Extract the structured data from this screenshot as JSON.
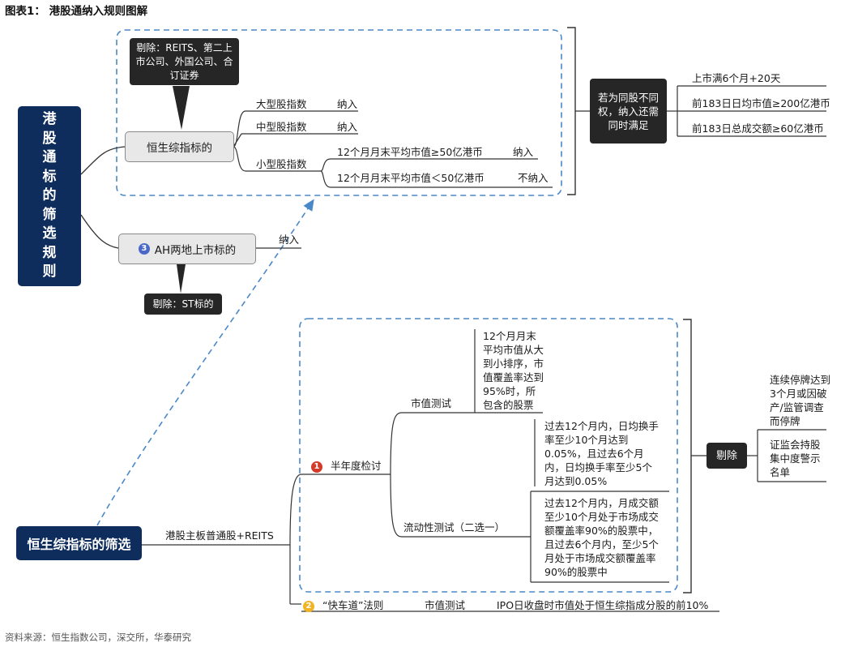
{
  "header": {
    "title": "图表1：  港股通纳入规则图解"
  },
  "footer": {
    "source": "资料来源：恒生指数公司，深交所，华泰研究"
  },
  "top_section": {
    "main_label": "港股通标的筛选规则",
    "exclude_note": "剔除：REITS、第二上市公司、外国公司、合订证券",
    "hsci_node": "恒生综指标的",
    "large_cap": "大型股指数",
    "large_cap_result": "纳入",
    "mid_cap": "中型股指数",
    "mid_cap_result": "纳入",
    "small_cap": "小型股指数",
    "small_rule_1": "12个月月末平均市值≥50亿港币",
    "small_rule_1_result": "纳入",
    "small_rule_2": "12个月月末平均市值＜50亿港币",
    "small_rule_2_result": "不纳入",
    "wvr_note": "若为同股不同权，纳入还需同时满足",
    "wvr_req_1": "上市满6个月+20天",
    "wvr_req_2": "前183日日均市值≥200亿港币",
    "wvr_req_3": "前183日总成交额≥60亿港币",
    "ah_badge": "3",
    "ah_node": "AH两地上市标的",
    "ah_result": "纳入",
    "st_note": "剔除：ST标的"
  },
  "bottom_section": {
    "main_label": "恒生综指标的筛选",
    "universe": "港股主板普通股+REITS",
    "semiannual_badge": "1",
    "semiannual": "半年度检讨",
    "mcap_test": "市值测试",
    "mcap_rule": "12个月月末平均市值从大到小排序，市值覆盖率达到95%时，所包含的股票",
    "liquidity_test": "流动性测试（二选一）",
    "liquidity_rule_1": "过去12个月内，日均换手率至少10个月达到0.05%，且过去6个月内，日均换手率至少5个月达到0.05%",
    "liquidity_rule_2": "过去12个月内，月成交额至少10个月处于市场成交额覆盖率90%的股票中，且过去6个月内，至少5个月处于市场成交额覆盖率90%的股票中",
    "remove_label": "剔除",
    "remove_1": "连续停牌达到3个月或因破产/监管调查而停牌",
    "remove_2": "证监会持股集中度警示名单",
    "fast_badge": "2",
    "fast_track": "“快车道”法则",
    "fast_test": "市值测试",
    "fast_rule": "IPO日收盘时市值处于恒生综指成分股的前10%"
  },
  "colors": {
    "navy": "#0f2d5c",
    "dark_box": "#262626",
    "dashed_border": "#4a89c8",
    "gray_box": "#e8e8e8",
    "badge_blue": "#4a68c9",
    "badge_red": "#d43a2a",
    "badge_yellow": "#f0b323"
  }
}
